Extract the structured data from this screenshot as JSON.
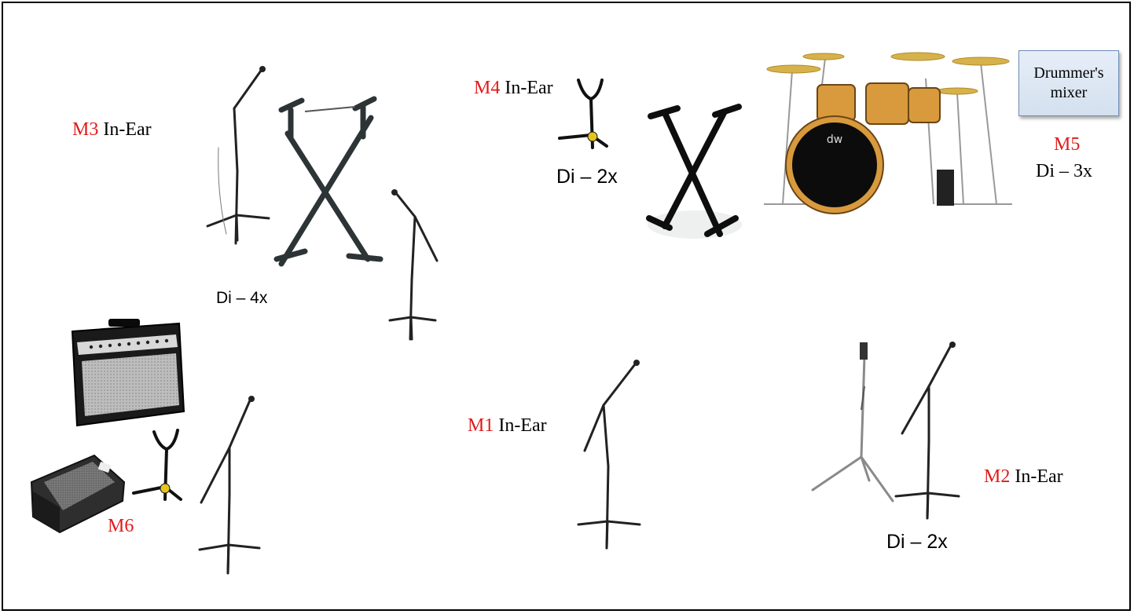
{
  "labels": {
    "m3": {
      "code": "M3",
      "text": "In-Ear"
    },
    "m4": {
      "code": "M4",
      "text": "In-Ear"
    },
    "m5": {
      "code": "M5",
      "text": "Di – 3x"
    },
    "m1": {
      "code": "M1",
      "text": "In-Ear"
    },
    "m2": {
      "code": "M2",
      "text": "In-Ear"
    },
    "m6": {
      "code": "M6"
    }
  },
  "di_labels": {
    "keys": "Di – 4x",
    "center": "Di – 2x",
    "right": "Di – 2x"
  },
  "drummer_box": {
    "line1": "Drummer's",
    "line2": "mixer"
  },
  "colors": {
    "monitor_code": "#e01b1b",
    "text": "#000000",
    "box_fill": "#dbe5f1",
    "box_border": "#6f8fb5"
  },
  "icons": [
    "mic-stand-icon",
    "keyboard-stand-icon",
    "sax-stand-icon",
    "drum-kit-icon",
    "guitar-amp-icon",
    "floor-monitor-icon",
    "cymbal-stand-icon"
  ]
}
